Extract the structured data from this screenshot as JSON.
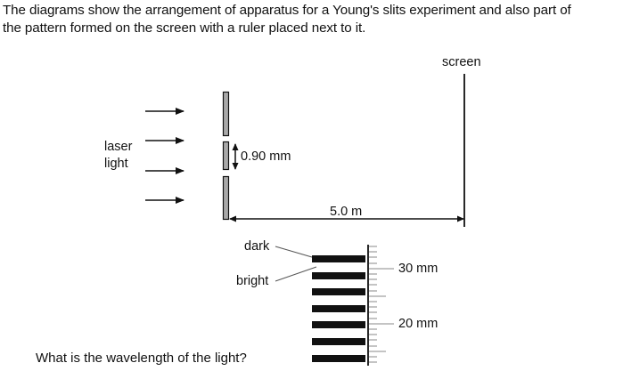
{
  "intro": {
    "line1": "The diagrams show the arrangement of apparatus for a Young's slits experiment and also part of",
    "line2": "the pattern formed on the screen with a ruler placed next to it."
  },
  "apparatus": {
    "source_label_line1": "laser",
    "source_label_line2": "light",
    "slit_separation_label": "0.90 mm",
    "distance_label": "5.0 m",
    "screen_label": "screen",
    "arrows": 4,
    "slits": 2
  },
  "pattern": {
    "dark_label": "dark",
    "bright_label": "bright",
    "ruler_labels": [
      "30 mm",
      "20 mm"
    ],
    "dark_fringe_count": 7,
    "fringe_spacing_mm": 3
  },
  "question": "What is the wavelength of the light?",
  "colors": {
    "ink": "#111111",
    "slit_fill": "#a9a9a9",
    "ruler_tick": "#8a8a8a"
  }
}
